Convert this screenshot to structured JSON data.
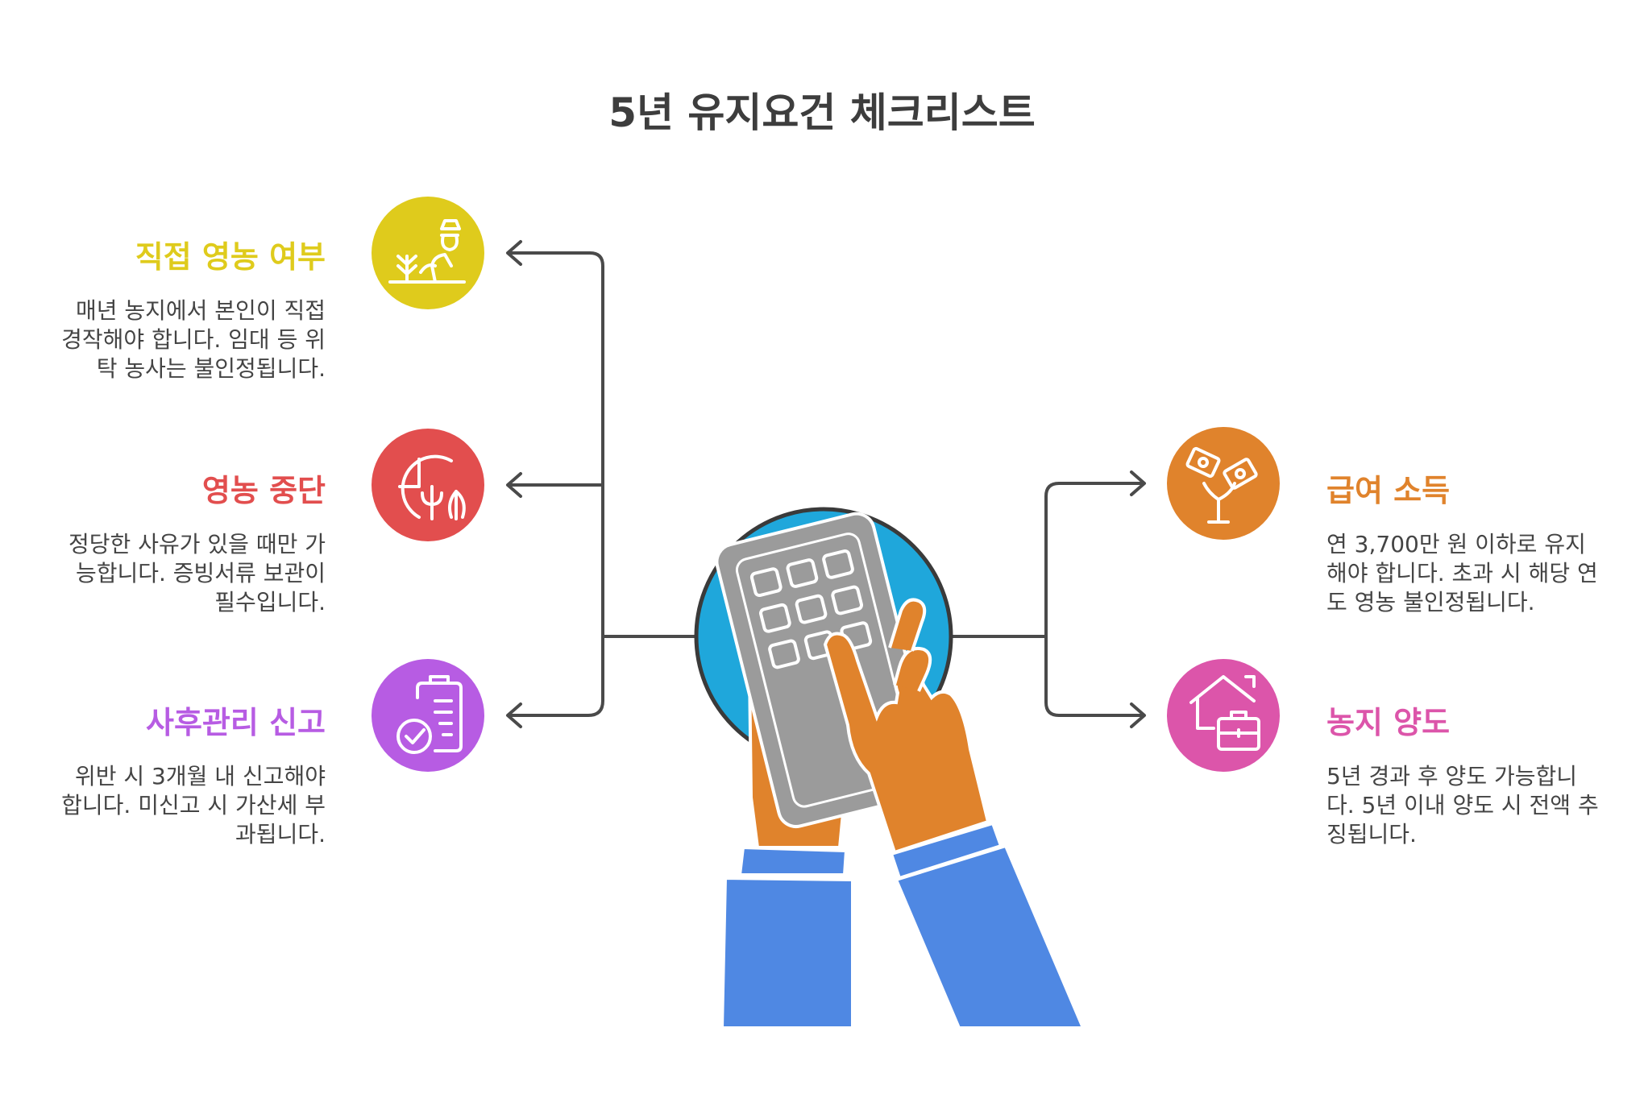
{
  "title": "5년 유지요건 체크리스트",
  "items": [
    {
      "title": "직접 영농 여부",
      "description": "매년 농지에서 본인이 직접 경작해야 합니다. 임대 등 위탁 농사는 불인정됩니다.",
      "color": "#dfcb1c",
      "icon": "farmer-planting-icon"
    },
    {
      "title": "영농 중단",
      "description": "정당한 사유가 있을 때만 가능합니다. 증빙서류 보관이 필수입니다.",
      "color": "#e24e4e",
      "icon": "clock-crop-icon"
    },
    {
      "title": "사후관리 신고",
      "description": "위반 시 3개월 내 신고해야 합니다. 미신고 시 가산세 부과됩니다.",
      "color": "#b75ce3",
      "icon": "clipboard-check-icon"
    },
    {
      "title": "급여 소득",
      "description": "연 3,700만 원 이하로 유지해야 합니다. 초과 시 해당 연도 영농 불인정됩니다.",
      "color": "#e0832c",
      "icon": "money-plant-icon"
    },
    {
      "title": "농지 양도",
      "description": "5년 경과 후 양도 가능합니다. 5년 이내 양도 시 전액 추징됩니다.",
      "color": "#dc55aa",
      "icon": "house-briefcase-icon"
    }
  ],
  "center_icon": "hands-calculator-icon"
}
